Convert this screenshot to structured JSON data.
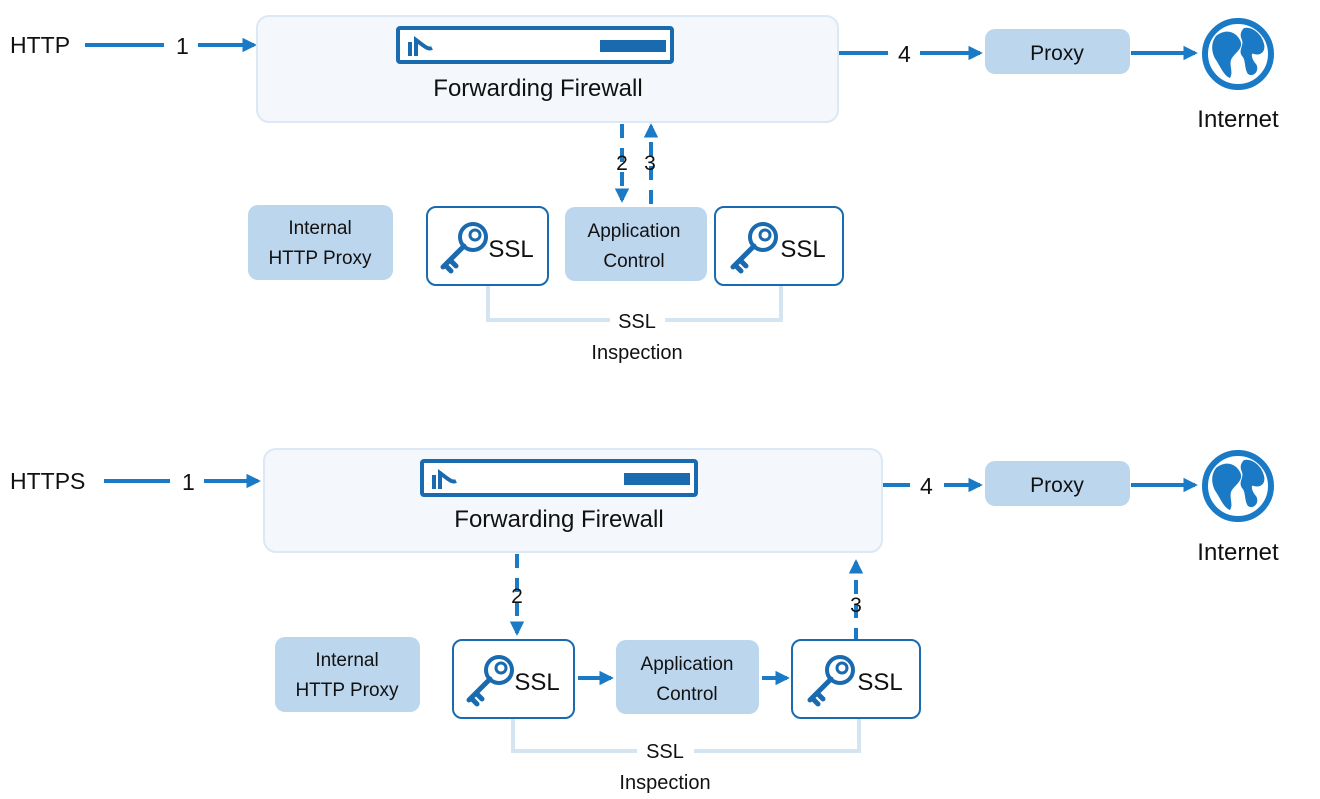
{
  "colors": {
    "arrow": "#1a7ac6",
    "panel_fill": "#f4f8fc",
    "panel_stroke": "#dce8f3",
    "box_fill": "#bcd6ee",
    "card_stroke": "#1a6ab0",
    "bracket": "#d4e4f1",
    "text": "#111111"
  },
  "http_flow": {
    "protocol": "HTTP",
    "step1": "1",
    "firewall": "Forwarding Firewall",
    "step2": "2",
    "step3": "3",
    "step4": "4",
    "proxy": "Proxy",
    "internet": "Internet",
    "internal_proxy": [
      "Internal",
      "HTTP Proxy"
    ],
    "ssl_left": "SSL",
    "app_control": [
      "Application",
      "Control"
    ],
    "ssl_right": "SSL",
    "ssl_inspection": [
      "SSL",
      "Inspection"
    ]
  },
  "https_flow": {
    "protocol": "HTTPS",
    "step1": "1",
    "firewall": "Forwarding Firewall",
    "step2": "2",
    "step3": "3",
    "step4": "4",
    "proxy": "Proxy",
    "internet": "Internet",
    "internal_proxy": [
      "Internal",
      "HTTP Proxy"
    ],
    "ssl_left": "SSL",
    "app_control": [
      "Application",
      "Control"
    ],
    "ssl_right": "SSL",
    "ssl_inspection": [
      "SSL",
      "Inspection"
    ]
  }
}
